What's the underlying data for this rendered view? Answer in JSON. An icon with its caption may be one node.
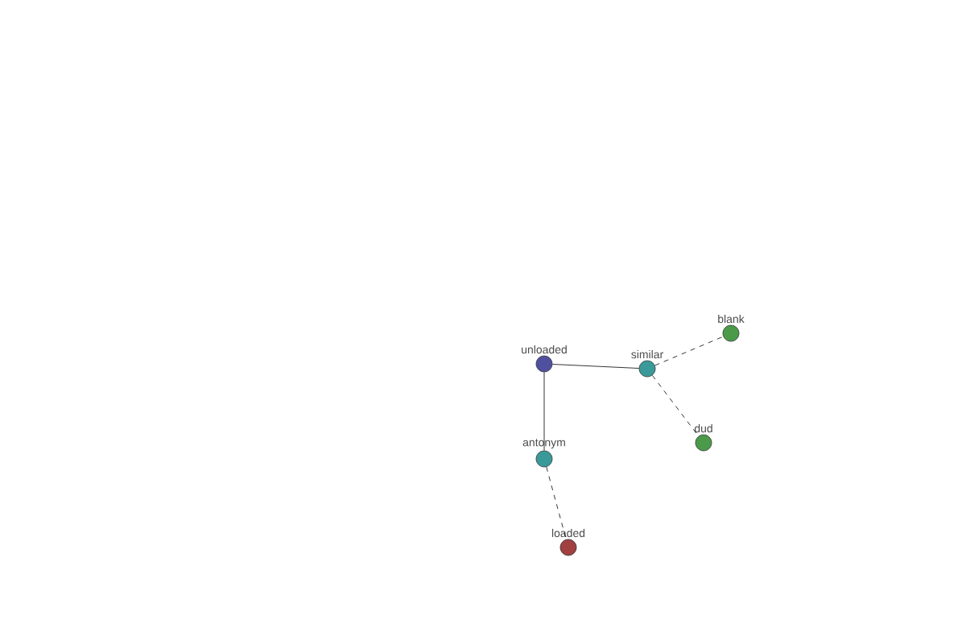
{
  "diagram": {
    "nodes": [
      {
        "text": [
          "unloaded"
        ]
      },
      {
        "text": [
          "similar"
        ]
      },
      {
        "text": [
          "blank"
        ]
      },
      {
        "text": [
          "dud"
        ]
      },
      {
        "text": [
          "antonym"
        ]
      },
      {
        "text": [
          "loaded"
        ]
      }
    ],
    "edges": [
      {
        "from": 0,
        "to": 1,
        "arrow": "none"
      },
      {
        "from": 1,
        "to": 2,
        "arrow": "none",
        "style": "dashed"
      },
      {
        "from": 1,
        "to": 3,
        "arrow": "none",
        "style": "dashed"
      },
      {
        "from": 0,
        "to": 4,
        "arrow": "none"
      },
      {
        "from": 4,
        "to": 5,
        "arrow": "none",
        "style": "dashed"
      }
    ]
  }
}
